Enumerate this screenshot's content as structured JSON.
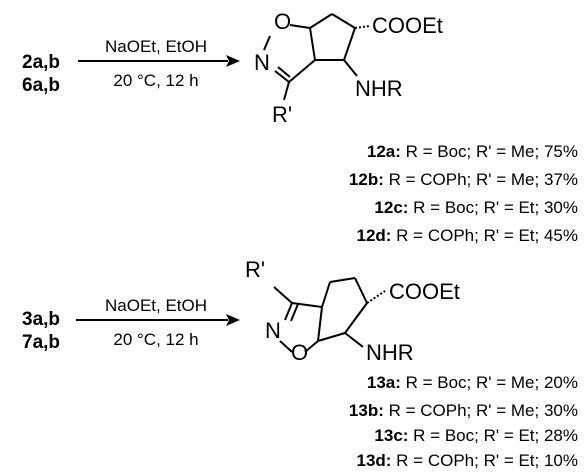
{
  "scheme": {
    "reaction1": {
      "reactants": [
        "2a,b",
        "6a,b"
      ],
      "reagents": "NaOEt, EtOH",
      "conditions": "20 °C, 12 h",
      "atoms": {
        "ring_o": "O",
        "ring_n": "N",
        "ester": "COOEt",
        "amine": "NHR",
        "substituent": "R'"
      },
      "products": [
        {
          "label": "12a:",
          "text": " R = Boc; R' = Me; 75%"
        },
        {
          "label": "12b:",
          "text": " R = COPh; R' = Me; 37%"
        },
        {
          "label": "12c:",
          "text": " R = Boc; R' = Et; 30%"
        },
        {
          "label": "12d:",
          "text": " R = COPh; R' = Et; 45%"
        }
      ]
    },
    "reaction2": {
      "reactants": [
        "3a,b",
        "7a,b"
      ],
      "reagents": "NaOEt, EtOH",
      "conditions": "20 °C, 12 h",
      "atoms": {
        "ring_o": "O",
        "ring_n": "N",
        "ester": "COOEt",
        "amine": "NHR",
        "substituent": "R'"
      },
      "products": [
        {
          "label": "13a:",
          "text": " R = Boc; R' = Me; 20%"
        },
        {
          "label": "13b:",
          "text": " R = COPh; R' = Me; 30%"
        },
        {
          "label": "13c:",
          "text": " R = Boc; R' = Et; 28%"
        },
        {
          "label": "13d:",
          "text": " R = COPh; R' = Et; 10%"
        }
      ]
    }
  }
}
